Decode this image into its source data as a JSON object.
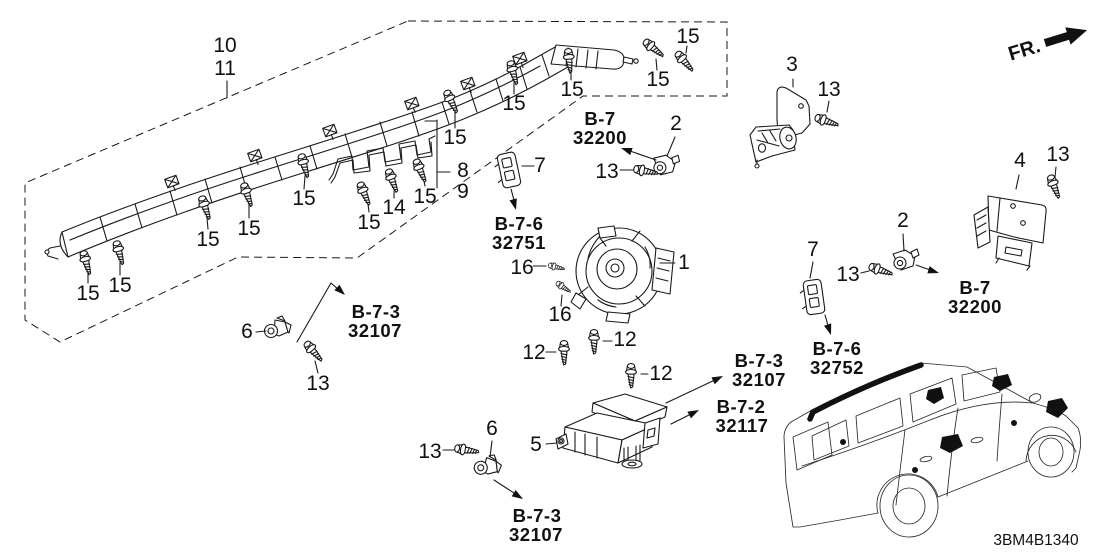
{
  "labels": {
    "n1": "1",
    "n2": "2",
    "n3": "3",
    "n4": "4",
    "n5": "5",
    "n6": "6",
    "n7": "7",
    "n8": "8",
    "n9": "9",
    "n10": "10",
    "n11": "11",
    "n12": "12",
    "n13": "13",
    "n14": "14",
    "n15": "15",
    "n16": "16"
  },
  "refs": {
    "b7": "B-7",
    "b7_code": "32200",
    "b76": "B-7-6",
    "b76_code_a": "32751",
    "b76_code_b": "32752",
    "b73": "B-7-3",
    "b73_code": "32107",
    "b72": "B-7-2",
    "b72_code": "32117"
  },
  "fr_label": "FR.",
  "diagram_code": "3BM4B1340",
  "colors": {
    "ink": "#1a1a1a",
    "bg": "#ffffff"
  }
}
